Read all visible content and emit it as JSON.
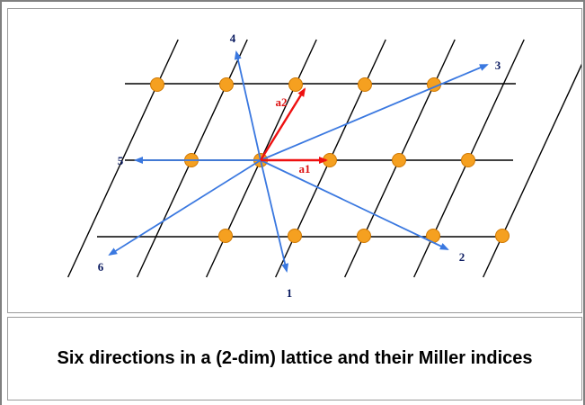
{
  "figure": {
    "direction_labels": [
      "1",
      "2",
      "3",
      "4",
      "5",
      "6"
    ],
    "basis_labels": {
      "a1": "a1",
      "a2": "a2"
    },
    "colors": {
      "lattice_line": "#000000",
      "lattice_point": "#f5a020",
      "lattice_point_stroke": "#d07800",
      "direction_arrow": "#3a78e0",
      "direction_label": "#0a1a60",
      "basis_arrow": "#ee1010",
      "basis_label": "#dd1010"
    }
  },
  "caption": {
    "text": "Six directions in a (2-dim) lattice and their Miller indices"
  }
}
